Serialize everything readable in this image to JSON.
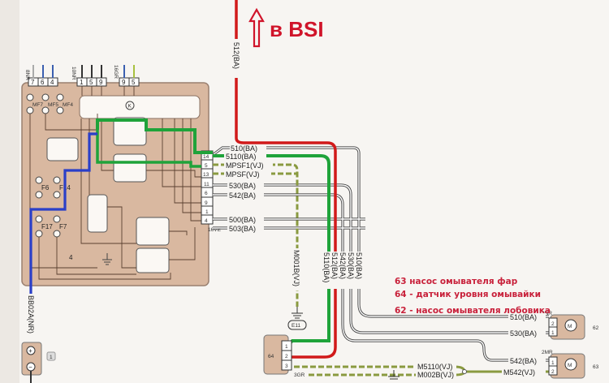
{
  "title": {
    "arrow_label": "в BSI"
  },
  "colors": {
    "red_wire": "#d11a1a",
    "green_wire": "#1fa33a",
    "blue_wire": "#2a3fc8",
    "module_fill": "#d9b8a0",
    "annotation": "#c8203a"
  },
  "fuse_box": {
    "id_label": "4",
    "module_label": "K",
    "top_connectors": [
      {
        "name": "8NR",
        "pins": [
          "7",
          "6",
          "4"
        ]
      },
      {
        "name": "10NR",
        "pins": [
          "1",
          "5",
          "9"
        ]
      },
      {
        "name": "16GR",
        "pins": [
          "9",
          "5"
        ]
      }
    ],
    "fuses": [
      "MF7",
      "MF5",
      "MF4",
      "F6",
      "F14",
      "F17",
      "F7"
    ],
    "side_connector": {
      "name": "16VE",
      "pins": [
        "14",
        "5",
        "13",
        "11",
        "6",
        "9",
        "1",
        "4"
      ]
    }
  },
  "wires": [
    {
      "pin": "14",
      "label": "510(BA)",
      "color": "gray"
    },
    {
      "pin": "14",
      "label": "5110(BA)",
      "color": "green"
    },
    {
      "pin": "5",
      "label": "MPSF1(VJ)",
      "color": "yellow-green"
    },
    {
      "pin": "13",
      "label": "MPSF(VJ)",
      "color": "yellow-green"
    },
    {
      "pin": "11",
      "label": "530(BA)",
      "color": "gray"
    },
    {
      "pin": "6",
      "label": "542(BA)",
      "color": "gray"
    },
    {
      "pin": "1",
      "label": "500(BA)",
      "color": "gray"
    },
    {
      "pin": "4",
      "label": "503(BA)",
      "color": "gray"
    }
  ],
  "vertical_labels": {
    "bsi_wire": "512(BA)",
    "ground_wire": "M001B(VJ)",
    "bundle": [
      "5110(BA)",
      "512(BA)",
      "542(BA)",
      "530(BA)",
      "510(BA)"
    ],
    "battery_wire": "BB02A(NR)"
  },
  "ground": {
    "label": "E11"
  },
  "battery": {
    "id": "1",
    "plus": "+",
    "minus": "−"
  },
  "sensor_64": {
    "id": "64",
    "connector": "3GR",
    "pins": [
      "1",
      "2",
      "3"
    ]
  },
  "pump_62": {
    "id": "62",
    "connector": "2NR",
    "pins": [
      "2",
      "1"
    ],
    "wires": [
      "510(BA)",
      "530(BA)"
    ],
    "motor": "M"
  },
  "pump_63": {
    "id": "63",
    "connector": "2MR",
    "pins": [
      "1",
      "2"
    ],
    "wires": [
      "542(BA)",
      "M542(VJ)"
    ],
    "motor": "M"
  },
  "bottom_wires": [
    "M5110(VJ)",
    "M002B(VJ)"
  ],
  "annotations": [
    "63 насос омывателя фар",
    "64 - датчик уровня омывайки",
    "62  - насос омывателя лобовика"
  ]
}
